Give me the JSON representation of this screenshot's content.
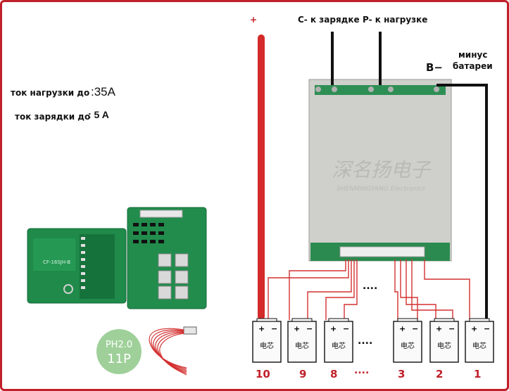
{
  "labels": {
    "plus_top": "+",
    "c_minus": "С- к зарядке",
    "p_minus": "P- к нагрузке",
    "b_minus": "B−",
    "battery_minus": "минус\nбатареи",
    "battery_minus_line1": "минус",
    "battery_minus_line2": "батареи",
    "load_current_label": "ток нагрузки до",
    "load_current_value": ":35A",
    "charge_current_label": "ток зарядки до",
    "charge_current_value": ": 5 A"
  },
  "board": {
    "watermark_cn": "深名扬电子",
    "watermark_en": "SHENMINGYANG Electronics",
    "small_board_label": "CF-16SJH-B"
  },
  "connector": {
    "type_line1": "PH2.0",
    "type_line2": "11P"
  },
  "cells": {
    "body_text": "电芯",
    "plus": "+",
    "minus": "−",
    "numbers": [
      "10",
      "9",
      "8",
      "3",
      "2",
      "1"
    ],
    "ellipsis": "....",
    "ellipsis_wire": "....",
    "bottom_ellipsis": "....",
    "middle_dots": "...."
  },
  "colors": {
    "frame": "#c0202a",
    "positive_bar": "#d42a2a",
    "balance_wire": "#d43030",
    "main_wire": "#111111",
    "board": "#cfd0cc"
  }
}
